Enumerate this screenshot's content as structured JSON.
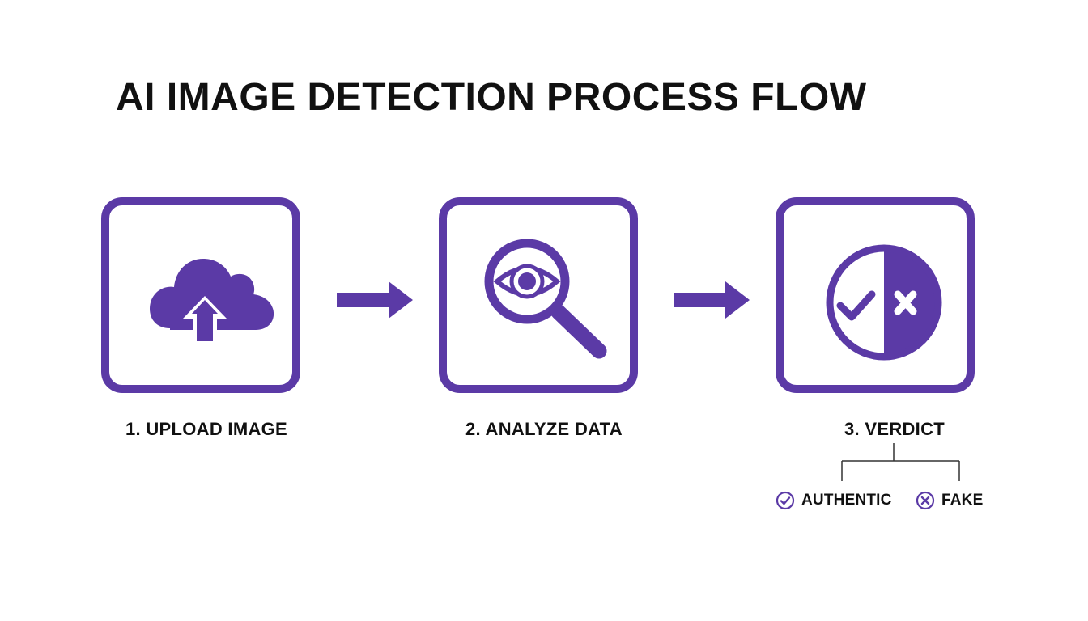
{
  "title": "AI IMAGE DETECTION PROCESS FLOW",
  "colors": {
    "accent": "#5b3aa6",
    "text": "#111111",
    "background": "#ffffff"
  },
  "steps": [
    {
      "label": "1. UPLOAD IMAGE",
      "icon": "cloud-upload-icon"
    },
    {
      "label": "2. ANALYZE DATA",
      "icon": "magnifier-eye-icon"
    },
    {
      "label": "3. VERDICT",
      "icon": "check-cross-split-icon"
    }
  ],
  "outcomes": [
    {
      "label": "AUTHENTIC",
      "icon": "check-circle-icon"
    },
    {
      "label": "FAKE",
      "icon": "cross-circle-icon"
    }
  ]
}
